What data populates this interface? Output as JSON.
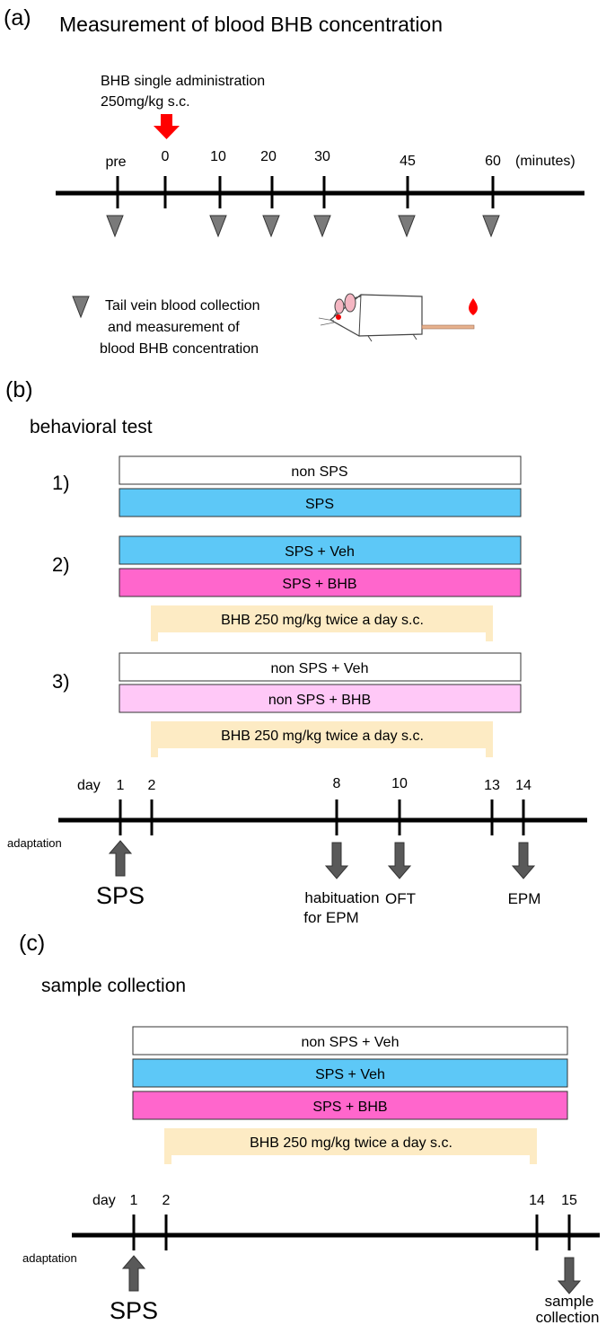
{
  "colors": {
    "axis": "#000000",
    "triangle_fill": "#7a7a7a",
    "arrow_red": "#ff0000",
    "arrow_gray": "#595959",
    "bar_white": "#ffffff",
    "bar_blue": "#5dc8f7",
    "bar_magenta": "#ff66cc",
    "bar_pink_light": "#ffc8f7",
    "treatment_beige": "#fdebc4"
  },
  "panel_a": {
    "label": "(a)",
    "title": "Measurement of blood BHB concentration",
    "admin_line1": "BHB single administration",
    "admin_line2": "250mg/kg s.c.",
    "ticks": [
      "pre",
      "0",
      "10",
      "20",
      "30",
      "45",
      "60"
    ],
    "unit": "(minutes)",
    "legend_line1": "Tail vein blood collection",
    "legend_line2": "and measurement of",
    "legend_line3": "blood BHB concentration",
    "mouse_icon": "mouse-icon"
  },
  "panel_b": {
    "label": "(b)",
    "title": "behavioral test",
    "groups": [
      {
        "number": "1)",
        "bars": [
          "non SPS",
          "SPS"
        ]
      },
      {
        "number": "2)",
        "bars": [
          "SPS + Veh",
          "SPS + BHB"
        ]
      },
      {
        "number": "3)",
        "bars": [
          "non SPS + Veh",
          "non SPS + BHB"
        ]
      }
    ],
    "treatment": "BHB 250 mg/kg  twice a day  s.c.",
    "day_prefix": "day",
    "days": [
      "1",
      "2",
      "8",
      "10",
      "13",
      "14"
    ],
    "adaptation": "adaptation",
    "events": {
      "sps": "SPS",
      "habituation_line1": "habituation",
      "habituation_line2": "for EPM",
      "oft": "OFT",
      "epm": "EPM"
    }
  },
  "panel_c": {
    "label": "(c)",
    "title": "sample collection",
    "bars": [
      "non SPS + Veh",
      "SPS + Veh",
      "SPS + BHB"
    ],
    "treatment": "BHB 250 mg/kg  twice a day  s.c.",
    "day_prefix": "day",
    "days": [
      "1",
      "2",
      "14",
      "15"
    ],
    "adaptation": "adaptation",
    "events": {
      "sps": "SPS",
      "sample_line1": "sample",
      "sample_line2": "collection"
    }
  }
}
